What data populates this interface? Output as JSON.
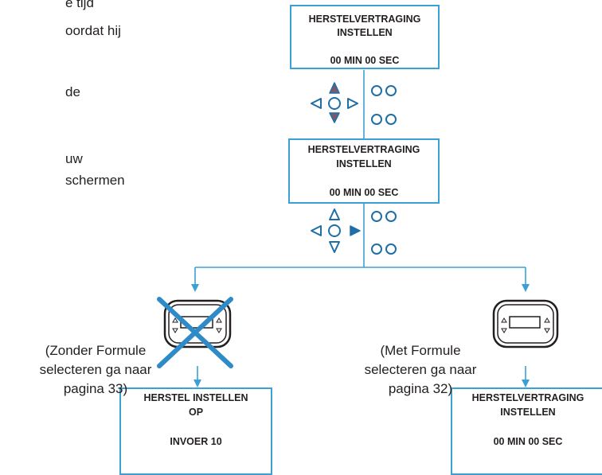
{
  "left_text": [
    "e tijd",
    "oordat hij",
    "de",
    "uw",
    "schermen"
  ],
  "box1": {
    "title_line1": "HERSTELVERTRAGING",
    "title_line2": "INSTELLEN",
    "value": "00 MIN 00 SEC"
  },
  "box2": {
    "title_line1": "HERSTELVERTRAGING",
    "title_line2": "INSTELLEN",
    "value": "00 MIN 00 SEC"
  },
  "box3": {
    "title_line1": "HERSTEL INSTELLEN",
    "title_line2": "OP",
    "value": "INVOER 10"
  },
  "box4": {
    "title_line1": "HERSTELVERTRAGING",
    "title_line2": "INSTELLEN",
    "value": "00 MIN 00 SEC"
  },
  "caption_left": {
    "line1": "(Zonder Formule",
    "line2": "selecteren ga naar",
    "line3": "pagina 33)"
  },
  "caption_right": {
    "line1": "(Met Formule",
    "line2": "selecteren ga naar",
    "line3": "pagina 32)"
  },
  "colors": {
    "line": "#3aa0d6",
    "border": "#3aa0d6",
    "icon_stroke": "#1f6fa6",
    "active_fill": "#1f6fa6",
    "active_fill_2": "#7a5a6a",
    "cross": "#2e8bc8",
    "text": "#231f20"
  },
  "icons": [
    "up-arrow-icon",
    "down-arrow-icon",
    "left-arrow-icon",
    "right-arrow-icon",
    "center-button-icon",
    "circle-button-icon",
    "controller-device-icon",
    "cross-out-icon"
  ]
}
